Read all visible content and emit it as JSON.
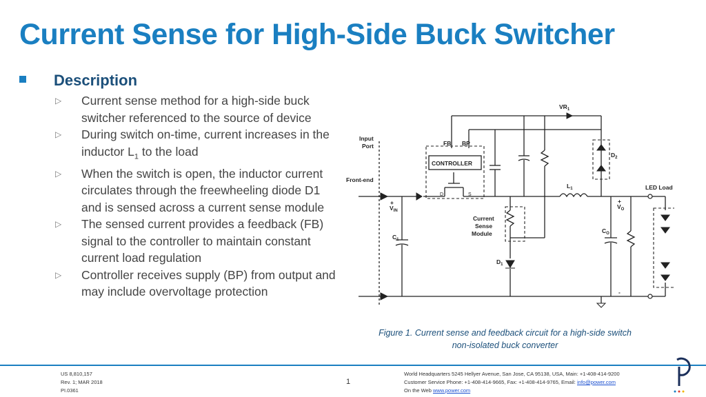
{
  "slide": {
    "title": "Current Sense for High-Side Buck Switcher",
    "section_heading": "Description",
    "bullets": [
      {
        "text": "Current sense method for a high-side buck switcher referenced to the source of device"
      },
      {
        "pre": "During switch on-time, current increases in the inductor L",
        "sub": "1",
        "post": " to the load"
      },
      {
        "text": "When the switch is open, the inductor current circulates through the freewheeling diode D1 and is sensed across a current sense module"
      },
      {
        "text": "The sensed current provides a feedback (FB) signal to the controller to maintain constant current load regulation"
      },
      {
        "text": "Controller receives supply (BP) from output and may include overvoltage protection"
      }
    ]
  },
  "diagram": {
    "labels": {
      "input_port": "Input",
      "input_port2": "Port",
      "front_end": "Front-end",
      "fb": "FB",
      "bp": "BP",
      "controller": "CONTROLLER",
      "vr": "VR",
      "vr_sub": "1",
      "d2": "D",
      "d2_sub": "2",
      "l1": "L",
      "l1_sub": "1",
      "led_load": "LED Load",
      "vin": "V",
      "vin_sub": "IN",
      "vo": "V",
      "vo_sub": "O",
      "c1": "C",
      "c1_sub": "1",
      "co": "C",
      "co_sub": "O",
      "d1": "D",
      "d1_sub": "1",
      "csm1": "Current",
      "csm2": "Sense",
      "csm3": "Module",
      "gate_d": "D",
      "gate_s": "S",
      "plus": "+",
      "minus": "-"
    }
  },
  "caption": {
    "line1": "Figure 1. Current sense and feedback circuit for a high-side switch",
    "line2": "non-isolated buck converter"
  },
  "footer": {
    "patent": "US 8,810,157",
    "rev": "Rev. 1; MAR 2018",
    "pi": "PI.0361",
    "page": "1",
    "hq": "World Headquarters 5245 Hellyer Avenue, San Jose, CA 95138, USA, Main: +1-408-414-9200",
    "cs_prefix": "Customer Service Phone: +1-408-414-9665, Fax: +1-408-414-9765, Email: ",
    "email": "info@power.com",
    "web_prefix": "On the Web ",
    "web": "www.power.com"
  },
  "colors": {
    "title": "#1a7fc1",
    "heading": "#1b4f7a",
    "rule": "#1a7fc1",
    "link": "#1a4fd0"
  }
}
